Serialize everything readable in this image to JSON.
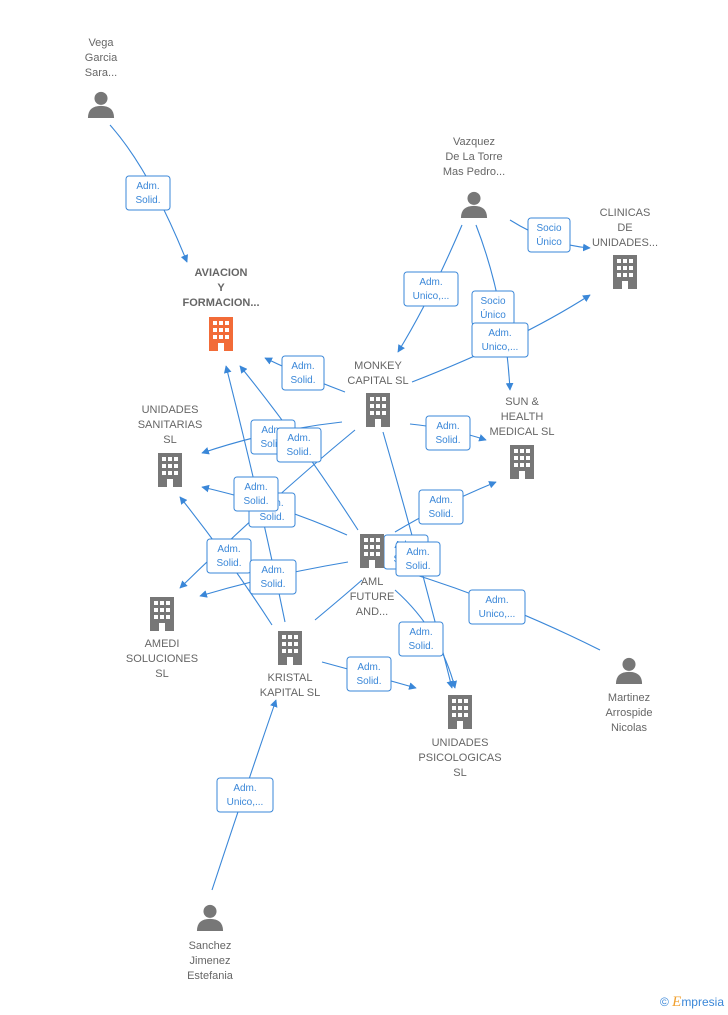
{
  "nodes": {
    "vega": {
      "kind": "person",
      "lines": [
        "Vega",
        "Garcia",
        "Sara..."
      ]
    },
    "vazquez": {
      "kind": "person",
      "lines": [
        "Vazquez",
        "De La Torre",
        "Mas Pedro..."
      ]
    },
    "clinicas": {
      "kind": "company",
      "lines": [
        "CLINICAS",
        "DE",
        "UNIDADES..."
      ]
    },
    "aviacion": {
      "kind": "company-main",
      "lines": [
        "AVIACION",
        "Y",
        "FORMACION..."
      ]
    },
    "monkey": {
      "kind": "company",
      "lines": [
        "MONKEY",
        "CAPITAL  SL"
      ]
    },
    "sun": {
      "kind": "company",
      "lines": [
        "SUN &",
        "HEALTH",
        "MEDICAL  SL"
      ]
    },
    "unidades_sanitarias": {
      "kind": "company",
      "lines": [
        "UNIDADES",
        "SANITARIAS",
        "SL"
      ]
    },
    "aml": {
      "kind": "company",
      "lines": [
        "AML",
        "FUTURE",
        "AND..."
      ]
    },
    "amedi": {
      "kind": "company",
      "lines": [
        "AMEDI",
        "SOLUCIONES",
        "SL"
      ]
    },
    "kristal": {
      "kind": "company",
      "lines": [
        "KRISTAL",
        "KAPITAL  SL"
      ]
    },
    "martinez": {
      "kind": "person",
      "lines": [
        "Martinez",
        "Arrospide",
        "Nicolas"
      ]
    },
    "unidades_psico": {
      "kind": "company",
      "lines": [
        "UNIDADES",
        "PSICOLOGICAS",
        "SL"
      ]
    },
    "sanchez": {
      "kind": "person",
      "lines": [
        "Sanchez",
        "Jimenez",
        "Estefania"
      ]
    }
  },
  "edges": [
    {
      "id": "e1",
      "lines": [
        "Adm.",
        "Solid."
      ]
    },
    {
      "id": "e2",
      "lines": [
        "Socio",
        "Único"
      ]
    },
    {
      "id": "e3",
      "lines": [
        "Adm.",
        "Unico,..."
      ]
    },
    {
      "id": "e4",
      "lines": [
        "Socio",
        "Único"
      ]
    },
    {
      "id": "e5",
      "lines": [
        "Adm.",
        "Unico,..."
      ]
    },
    {
      "id": "e6",
      "lines": [
        "Adm.",
        "Solid."
      ]
    },
    {
      "id": "e7",
      "lines": [
        "Adm.",
        "Solid."
      ]
    },
    {
      "id": "e8",
      "lines": [
        "Adm.",
        "Solid."
      ]
    },
    {
      "id": "e9",
      "lines": [
        "Adm.",
        "Solid."
      ]
    },
    {
      "id": "e10",
      "lines": [
        "Adm.",
        "Solid."
      ]
    },
    {
      "id": "e11",
      "lines": [
        "Adm.",
        "Solid."
      ]
    },
    {
      "id": "e12",
      "lines": [
        "Adm.",
        "Solid."
      ]
    },
    {
      "id": "e13",
      "lines": [
        "Adm.",
        "Solid."
      ]
    },
    {
      "id": "e14",
      "lines": [
        "Adm.",
        "Solid."
      ]
    },
    {
      "id": "e15",
      "lines": [
        "Adm.",
        "Solid."
      ]
    },
    {
      "id": "e16",
      "lines": [
        "Adm.",
        "Solid."
      ]
    },
    {
      "id": "e17",
      "lines": [
        "Adm.",
        "Unico,..."
      ]
    },
    {
      "id": "e18",
      "lines": [
        "Adm.",
        "Solid."
      ]
    },
    {
      "id": "e19",
      "lines": [
        "Adm.",
        "Solid."
      ]
    },
    {
      "id": "e20",
      "lines": [
        "Adm.",
        "Unico,..."
      ]
    }
  ],
  "colors": {
    "edge": "#3a87d8",
    "node": "#777777",
    "main": "#f26b38"
  },
  "footer": {
    "copyright": "©",
    "brand_initial": "E",
    "brand_rest": "mpresia"
  }
}
